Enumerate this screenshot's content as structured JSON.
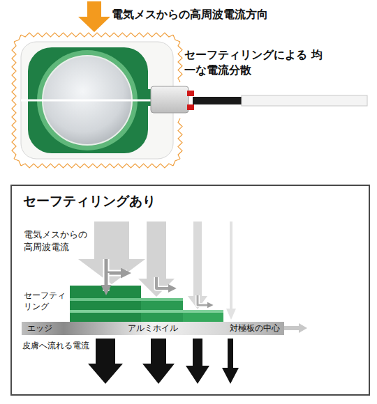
{
  "diagram": {
    "nodes": [
      {
        "text": [
          "セーフティリングあり"
        ]
      },
      {
        "text": [
          "エッジ",
          "アルミホイル",
          "対極板の中心"
        ],
        "in": 0
      }
    ],
    "labels": [
      "電気メスからの高周波電流方向",
      "セーフティリングによる 均一な電流分散",
      "電気メスからの 高周波電流",
      "セーフティ リング",
      "皮膚へ流れる電流"
    ]
  }
}
